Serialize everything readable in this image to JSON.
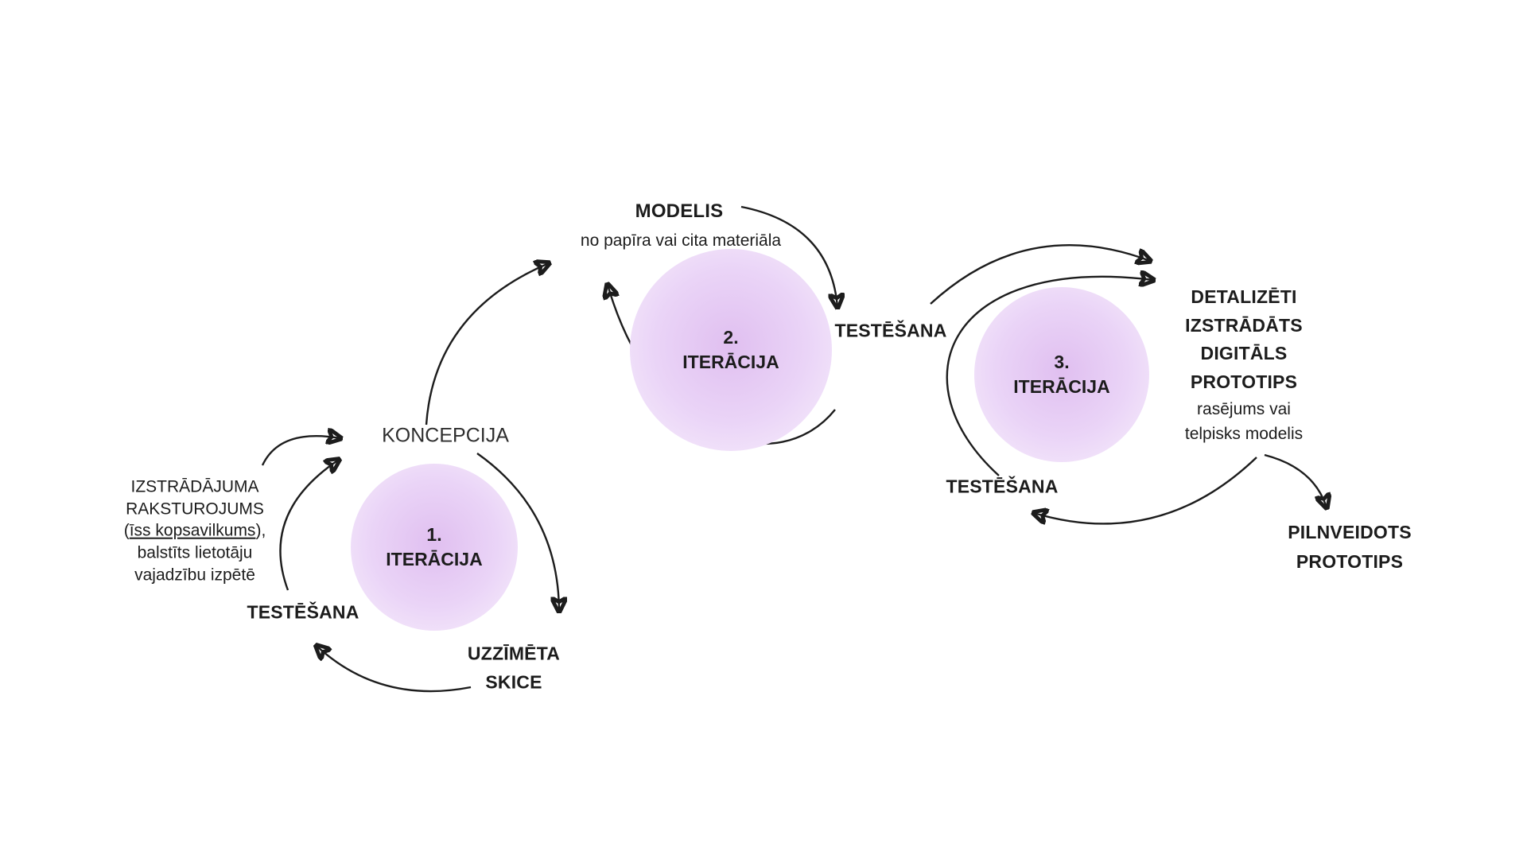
{
  "colors": {
    "ink": "#1c1c1c",
    "circle_center": "#e0bff0",
    "circle_mid": "#ead4f7",
    "circle_edge": "#f8f0fc",
    "background": "#ffffff"
  },
  "cycle1": {
    "number": "1.",
    "label": "ITERĀCIJA",
    "koncepcija": "KONCEPCIJA",
    "testesana": "TESTĒŠANA",
    "skice_line1": "UZZĪMĒTA",
    "skice_line2": "SKICE",
    "input_note": {
      "line1": "IZSTRĀDĀJUMA",
      "line2": "RAKSTUROJUMS",
      "line3_prefix": "(",
      "line3_underlined": "īss kopsavilkums",
      "line3_suffix": "),",
      "line4": "balstīts lietotāju",
      "line5": "vajadzību izpētē"
    }
  },
  "cycle2": {
    "number": "2.",
    "label": "ITERĀCIJA",
    "modelis": "MODELIS",
    "modelis_sub": "no papīra vai cita materiāla",
    "testesana": "TESTĒŠANA"
  },
  "cycle3": {
    "number": "3.",
    "label": "ITERĀCIJA",
    "testesana": "TESTĒŠANA",
    "prototype": [
      "DETALIZĒTI",
      "IZSTRĀDĀTS",
      "DIGITĀLS",
      "PROTOTIPS"
    ],
    "prototype_sub": [
      "rasējums vai",
      "telpisks modelis"
    ],
    "output_line1": "PILNVEIDOTS",
    "output_line2": "PROTOTIPS"
  }
}
